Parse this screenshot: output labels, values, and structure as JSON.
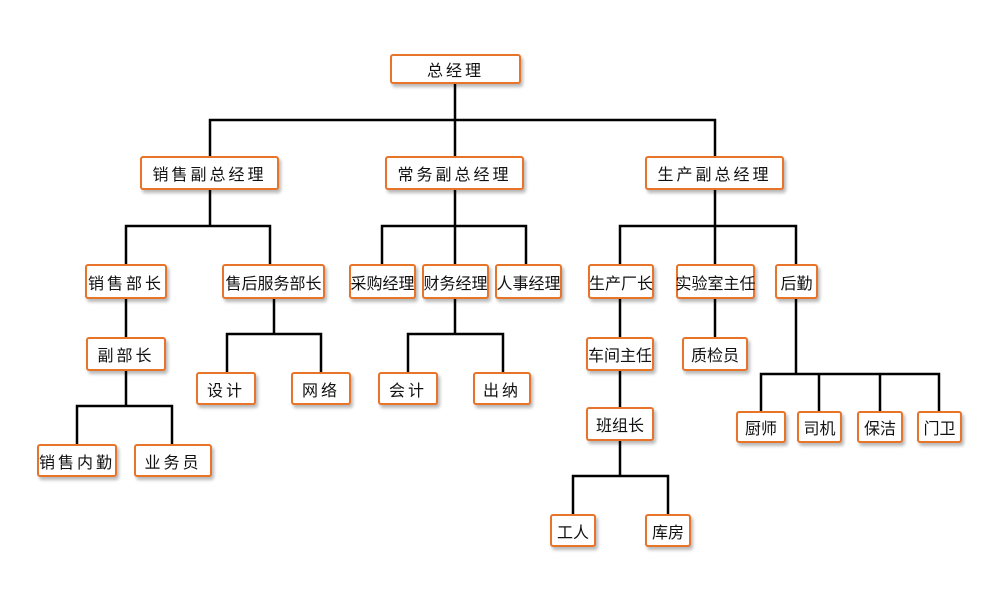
{
  "line_color": "#000000",
  "box_border_color": "#e8742a",
  "nodes": {
    "gm": "总经理",
    "sales_vp": "销售副总经理",
    "ops_vp": "常务副总经理",
    "prod_vp": "生产副总经理",
    "sales_head": "销售部长",
    "after_sales_head": "售后服务部长",
    "procurement_mgr": "采购经理",
    "finance_mgr": "财务经理",
    "hr_mgr": "人事经理",
    "plant_mgr": "生产厂长",
    "lab_director": "实验室主任",
    "logistics": "后勤",
    "deputy_head": "副部长",
    "design": "设计",
    "network": "网络",
    "accountant": "会计",
    "cashier": "出纳",
    "workshop_director": "车间主任",
    "qc_inspector": "质检员",
    "team_leader": "班组长",
    "cook": "厨师",
    "driver": "司机",
    "cleaning": "保洁",
    "guard": "门卫",
    "sales_support": "销售内勤",
    "salesperson": "业务员",
    "worker": "工人",
    "warehouse": "库房"
  }
}
